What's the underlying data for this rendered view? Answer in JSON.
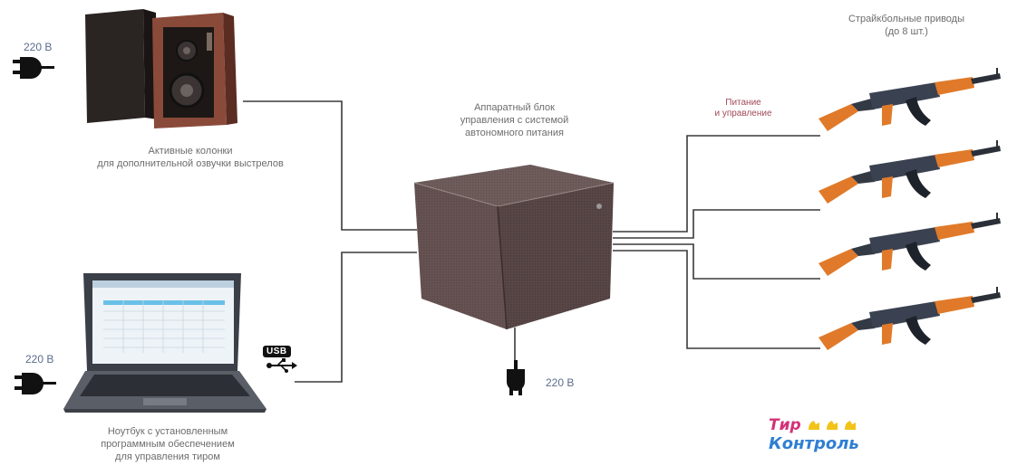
{
  "speakers": {
    "voltage": "220 В",
    "caption_line1": "Активные колонки",
    "caption_line2": "для дополнительной озвучки выстрелов"
  },
  "control_unit": {
    "caption_line1": "Аппаратный блок",
    "caption_line2": "управления с системой",
    "caption_line3": "автономного питания",
    "voltage": "220 В"
  },
  "laptop": {
    "voltage": "220 В",
    "usb_label": "USB",
    "caption_line1": "Ноутбук с установленным",
    "caption_line2": "программным обеспечением",
    "caption_line3": "для управления тиром"
  },
  "drives": {
    "caption_line1": "Страйкбольные приводы",
    "caption_line2": "(до 8 шт.)",
    "wire_label_line1": "Питание",
    "wire_label_line2": "и управление"
  },
  "logo": {
    "word1": "Тир",
    "word2": "Контроль"
  }
}
